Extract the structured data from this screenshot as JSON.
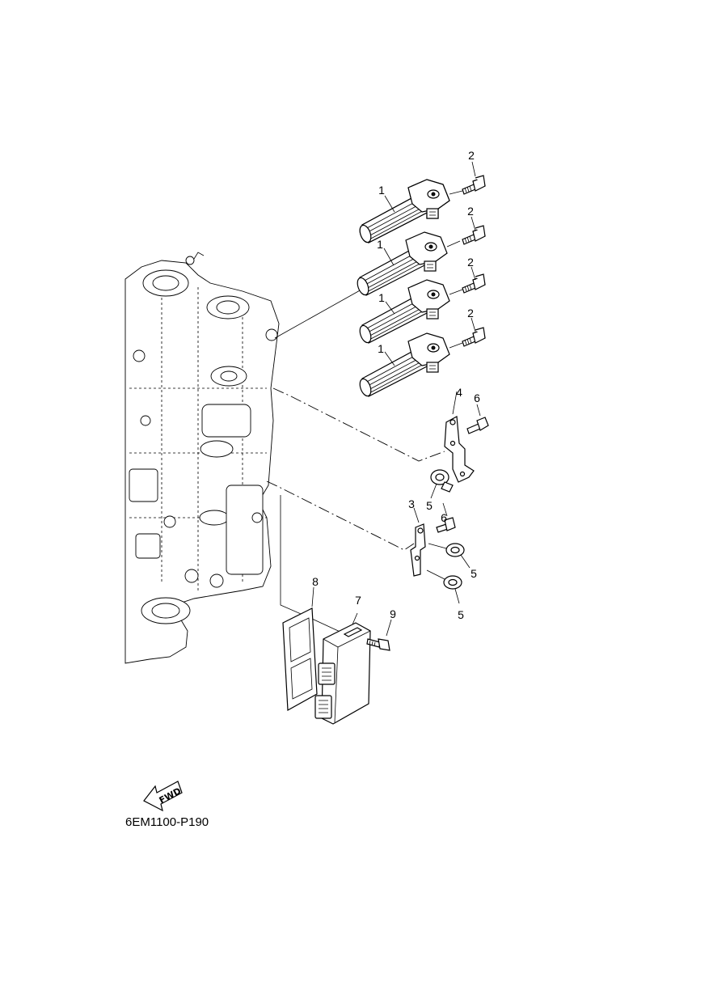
{
  "diagram": {
    "code": "6EM1100-P190",
    "fwd_label": "FWD",
    "callouts": {
      "c1a": "1",
      "c1b": "1",
      "c1c": "1",
      "c1d": "1",
      "c2a": "2",
      "c2b": "2",
      "c2c": "2",
      "c2d": "2",
      "c3": "3",
      "c4": "4",
      "c5a": "5",
      "c5b": "5",
      "c5c": "5",
      "c6a": "6",
      "c6b": "6",
      "c7": "7",
      "c8": "8",
      "c9": "9"
    }
  }
}
